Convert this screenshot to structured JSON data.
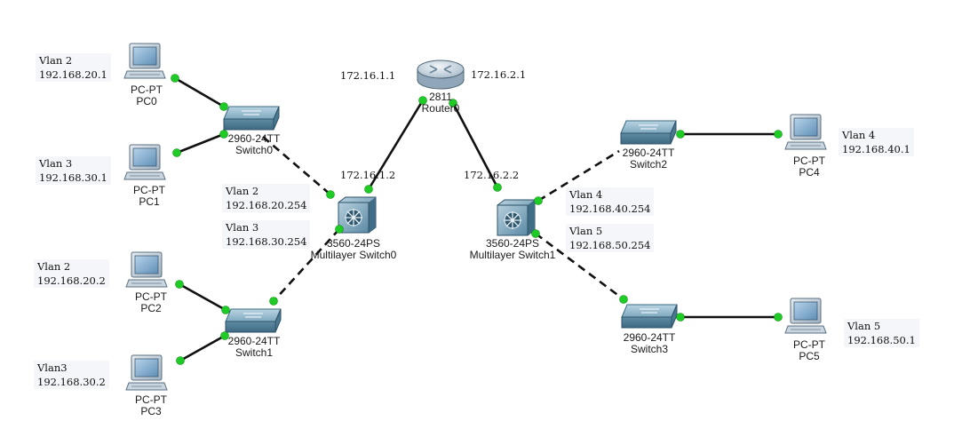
{
  "devices": {
    "pc0": {
      "model": "PC-PT",
      "name": "PC0"
    },
    "pc1": {
      "model": "PC-PT",
      "name": "PC1"
    },
    "pc2": {
      "model": "PC-PT",
      "name": "PC2"
    },
    "pc3": {
      "model": "PC-PT",
      "name": "PC3"
    },
    "pc4": {
      "model": "PC-PT",
      "name": "PC4"
    },
    "pc5": {
      "model": "PC-PT",
      "name": "PC5"
    },
    "switch0": {
      "model": "2960-24TT",
      "name": "Switch0"
    },
    "switch1": {
      "model": "2960-24TT",
      "name": "Switch1"
    },
    "switch2": {
      "model": "2960-24TT",
      "name": "Switch2"
    },
    "switch3": {
      "model": "2960-24TT",
      "name": "Switch3"
    },
    "mls0": {
      "model": "3560-24PS",
      "name": "Multilayer Switch0"
    },
    "mls1": {
      "model": "3560-24PS",
      "name": "Multilayer Switch1"
    },
    "router0": {
      "model": "2811",
      "name": "Router0"
    }
  },
  "notes": {
    "pc0": {
      "vlan": "Vlan 2",
      "ip": "192.168.20.1"
    },
    "pc1": {
      "vlan": "Vlan 3",
      "ip": "192.168.30.1"
    },
    "pc2": {
      "vlan": "Vlan 2",
      "ip": "192.168.20.2"
    },
    "pc3": {
      "vlan": "Vlan3",
      "ip": "192.168.30.2"
    },
    "pc4": {
      "vlan": "Vlan 4",
      "ip": "192.168.40.1"
    },
    "pc5": {
      "vlan": "Vlan 5",
      "ip": "192.168.50.1"
    },
    "mls0_vlan2": {
      "vlan": "Vlan 2",
      "ip": "192.168.20.254"
    },
    "mls0_vlan3": {
      "vlan": "Vlan 3",
      "ip": "192.168.30.254"
    },
    "mls1_vlan4": {
      "vlan": "Vlan 4",
      "ip": "192.168.40.254"
    },
    "mls1_vlan5": {
      "vlan": "Vlan 5",
      "ip": "192.168.50.254"
    },
    "router_g0": "172.16.1.1",
    "router_g1": "172.16.2.1",
    "mls0_up": "172.16.1.2",
    "mls1_up": "172.16.2.2"
  },
  "colors": {
    "port_up": "#1fcc26",
    "link": "#111111",
    "switch_body": "#6f9bb3",
    "pc_screen": "#8fb4d2"
  },
  "links": [
    {
      "from": "pc0",
      "to": "switch0",
      "style": "solid"
    },
    {
      "from": "pc1",
      "to": "switch0",
      "style": "solid"
    },
    {
      "from": "pc2",
      "to": "switch1",
      "style": "solid"
    },
    {
      "from": "pc3",
      "to": "switch1",
      "style": "solid"
    },
    {
      "from": "switch0",
      "to": "mls0",
      "style": "dashed"
    },
    {
      "from": "switch1",
      "to": "mls0",
      "style": "dashed"
    },
    {
      "from": "mls0",
      "to": "router0",
      "style": "solid"
    },
    {
      "from": "router0",
      "to": "mls1",
      "style": "solid"
    },
    {
      "from": "mls1",
      "to": "switch2",
      "style": "dashed"
    },
    {
      "from": "mls1",
      "to": "switch3",
      "style": "dashed"
    },
    {
      "from": "switch2",
      "to": "pc4",
      "style": "solid"
    },
    {
      "from": "switch3",
      "to": "pc5",
      "style": "solid"
    }
  ]
}
